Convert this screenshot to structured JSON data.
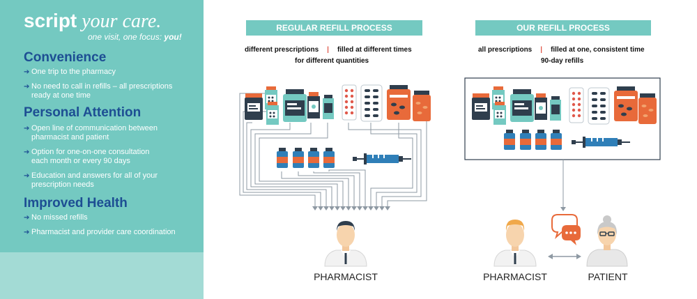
{
  "brand": {
    "bold": "script",
    "rest": " your care.",
    "tagline_prefix": "one visit, one focus: ",
    "tagline_bold": "you!"
  },
  "sections": [
    {
      "title": "Convenience",
      "bullets": [
        {
          "lines": [
            "One trip to the pharmacy"
          ]
        },
        {
          "lines": [
            "No need to call in refills – all prescriptions",
            "ready at one time"
          ]
        }
      ]
    },
    {
      "title": "Personal Attention",
      "bullets": [
        {
          "lines": [
            "Open line of communication between",
            "pharmacist and patient"
          ]
        },
        {
          "lines": [
            "Option for one-on-one consultation",
            "each month or every 90 days"
          ]
        },
        {
          "lines": [
            "Education and answers for all of your",
            "prescription needs"
          ]
        }
      ]
    },
    {
      "title": "Improved Health",
      "bullets": [
        {
          "lines": [
            "No missed refills"
          ]
        },
        {
          "lines": [
            "Pharmacist and provider care coordination"
          ]
        }
      ]
    }
  ],
  "regular": {
    "heading": "REGULAR REFILL PROCESS",
    "desc_a": "different prescriptions",
    "desc_b": "filled at different times",
    "desc_c": "for different quantities",
    "separator": "|",
    "person_label": "PHARMACIST"
  },
  "ours": {
    "heading": "OUR REFILL PROCESS",
    "desc_a": "all prescriptions",
    "desc_b": "filled at one, consistent time",
    "desc_c": "90-day refills",
    "separator": "|",
    "pharmacist_label": "PHARMACIST",
    "patient_label": "PATIENT"
  },
  "colors": {
    "teal": "#74c9c1",
    "navy": "#1d4e93",
    "orange": "#e86a3a",
    "dark_slate": "#2f3e4d",
    "accent_red": "#e0584a"
  }
}
